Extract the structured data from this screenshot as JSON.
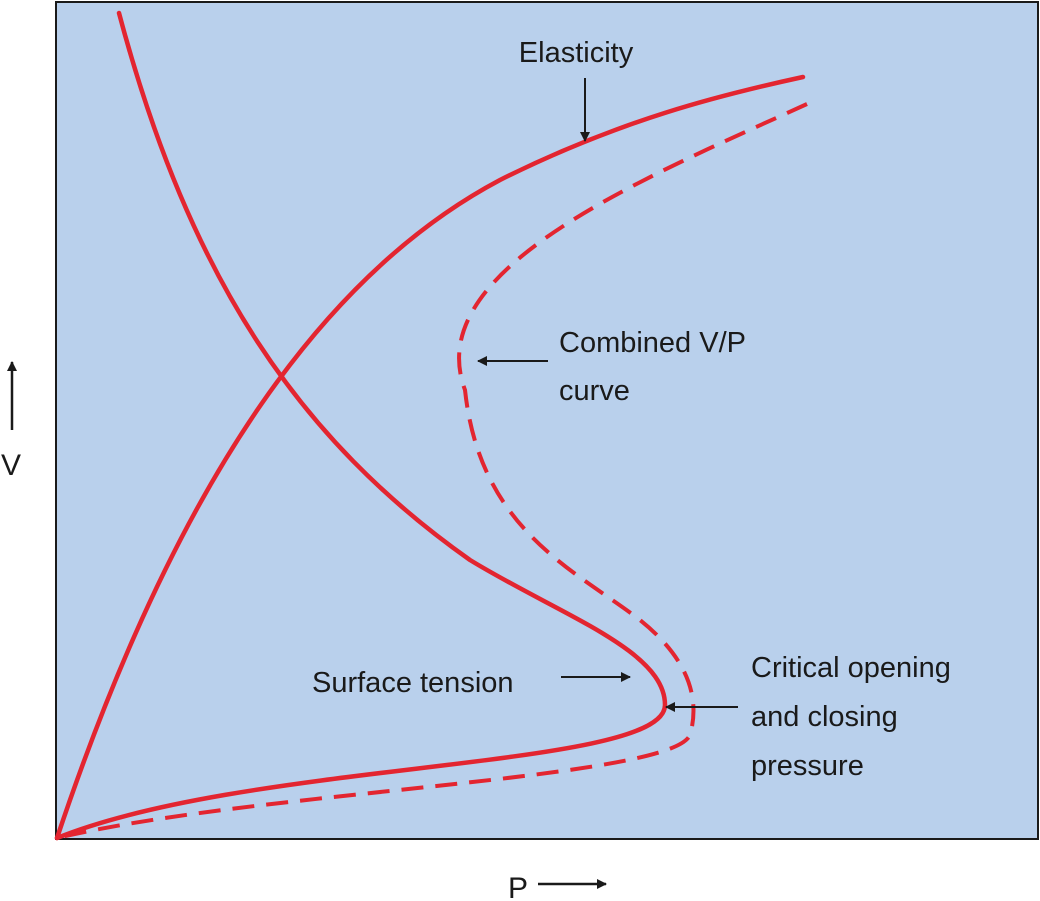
{
  "colors": {
    "background": "#b9d0ec",
    "frame": "#1a1a1a",
    "curve": "#e32530",
    "text": "#1a1a1a"
  },
  "axes": {
    "x_label": "P",
    "y_label": "V"
  },
  "curves": {
    "elasticity": {
      "style": "solid"
    },
    "surface_tension": {
      "style": "solid"
    },
    "combined": {
      "style": "dashed"
    }
  },
  "labels": {
    "elasticity": "Elasticity",
    "combined_line1": "Combined V/P",
    "combined_line2": "curve",
    "surface_tension": "Surface tension",
    "critical_line1": "Critical opening",
    "critical_line2": "and closing",
    "critical_line3": "pressure"
  }
}
